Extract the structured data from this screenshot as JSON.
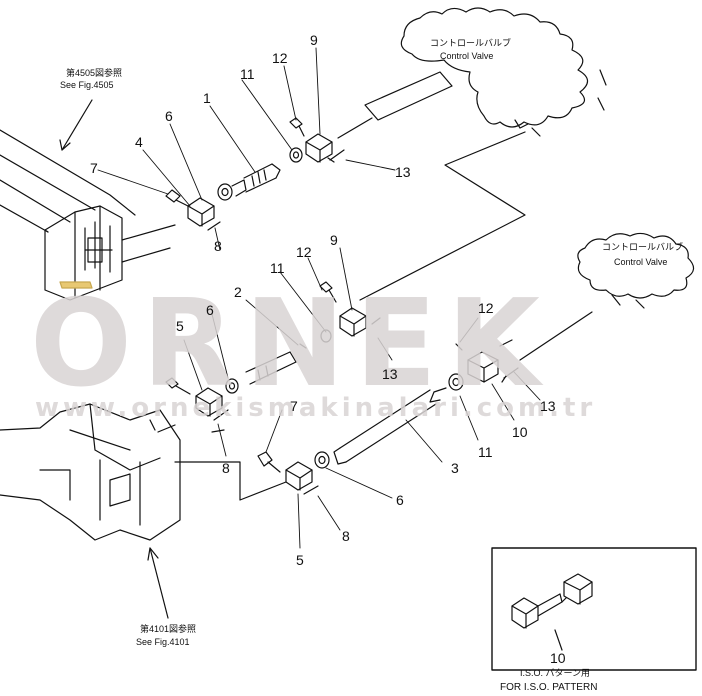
{
  "callouts": [
    {
      "id": "p1",
      "text": "1"
    },
    {
      "id": "p2",
      "text": "2"
    },
    {
      "id": "p3",
      "text": "3"
    },
    {
      "id": "p4",
      "text": "4"
    },
    {
      "id": "p5a",
      "text": "5"
    },
    {
      "id": "p5b",
      "text": "5"
    },
    {
      "id": "p6a",
      "text": "6"
    },
    {
      "id": "p6b",
      "text": "6"
    },
    {
      "id": "p6c",
      "text": "6"
    },
    {
      "id": "p7a",
      "text": "7"
    },
    {
      "id": "p7b",
      "text": "7"
    },
    {
      "id": "p8a",
      "text": "8"
    },
    {
      "id": "p8b",
      "text": "8"
    },
    {
      "id": "p8c",
      "text": "8"
    },
    {
      "id": "p9a",
      "text": "9"
    },
    {
      "id": "p9b",
      "text": "9"
    },
    {
      "id": "p10a",
      "text": "10"
    },
    {
      "id": "p10b",
      "text": "10"
    },
    {
      "id": "p11a",
      "text": "11"
    },
    {
      "id": "p11b",
      "text": "11"
    },
    {
      "id": "p11c",
      "text": "11"
    },
    {
      "id": "p12a",
      "text": "12"
    },
    {
      "id": "p12b",
      "text": "12"
    },
    {
      "id": "p12c",
      "text": "12"
    },
    {
      "id": "p13a",
      "text": "13"
    },
    {
      "id": "p13b",
      "text": "13"
    },
    {
      "id": "p13c",
      "text": "13"
    }
  ],
  "refs": {
    "fig4505_jp": "第4505図参照",
    "fig4505_en": "See Fig.4505",
    "fig4101_jp": "第4101図参照",
    "fig4101_en": "See Fig.4101"
  },
  "valves": {
    "top_jp": "コントロールバルブ",
    "top_en": "Control Valve",
    "mid_jp": "コントロールバルブ",
    "mid_en": "Control Valve"
  },
  "inset": {
    "number": "10",
    "caption_jp": "I.S.O. パターン用",
    "caption_en": "FOR I.S.O. PATTERN"
  },
  "watermark": {
    "brand": "ORNEK",
    "url": "www.ornekismakinalari.com.tr"
  },
  "colors": {
    "line": "#111111",
    "watermark": "#d9d4d4",
    "accent": "#e8c872"
  }
}
